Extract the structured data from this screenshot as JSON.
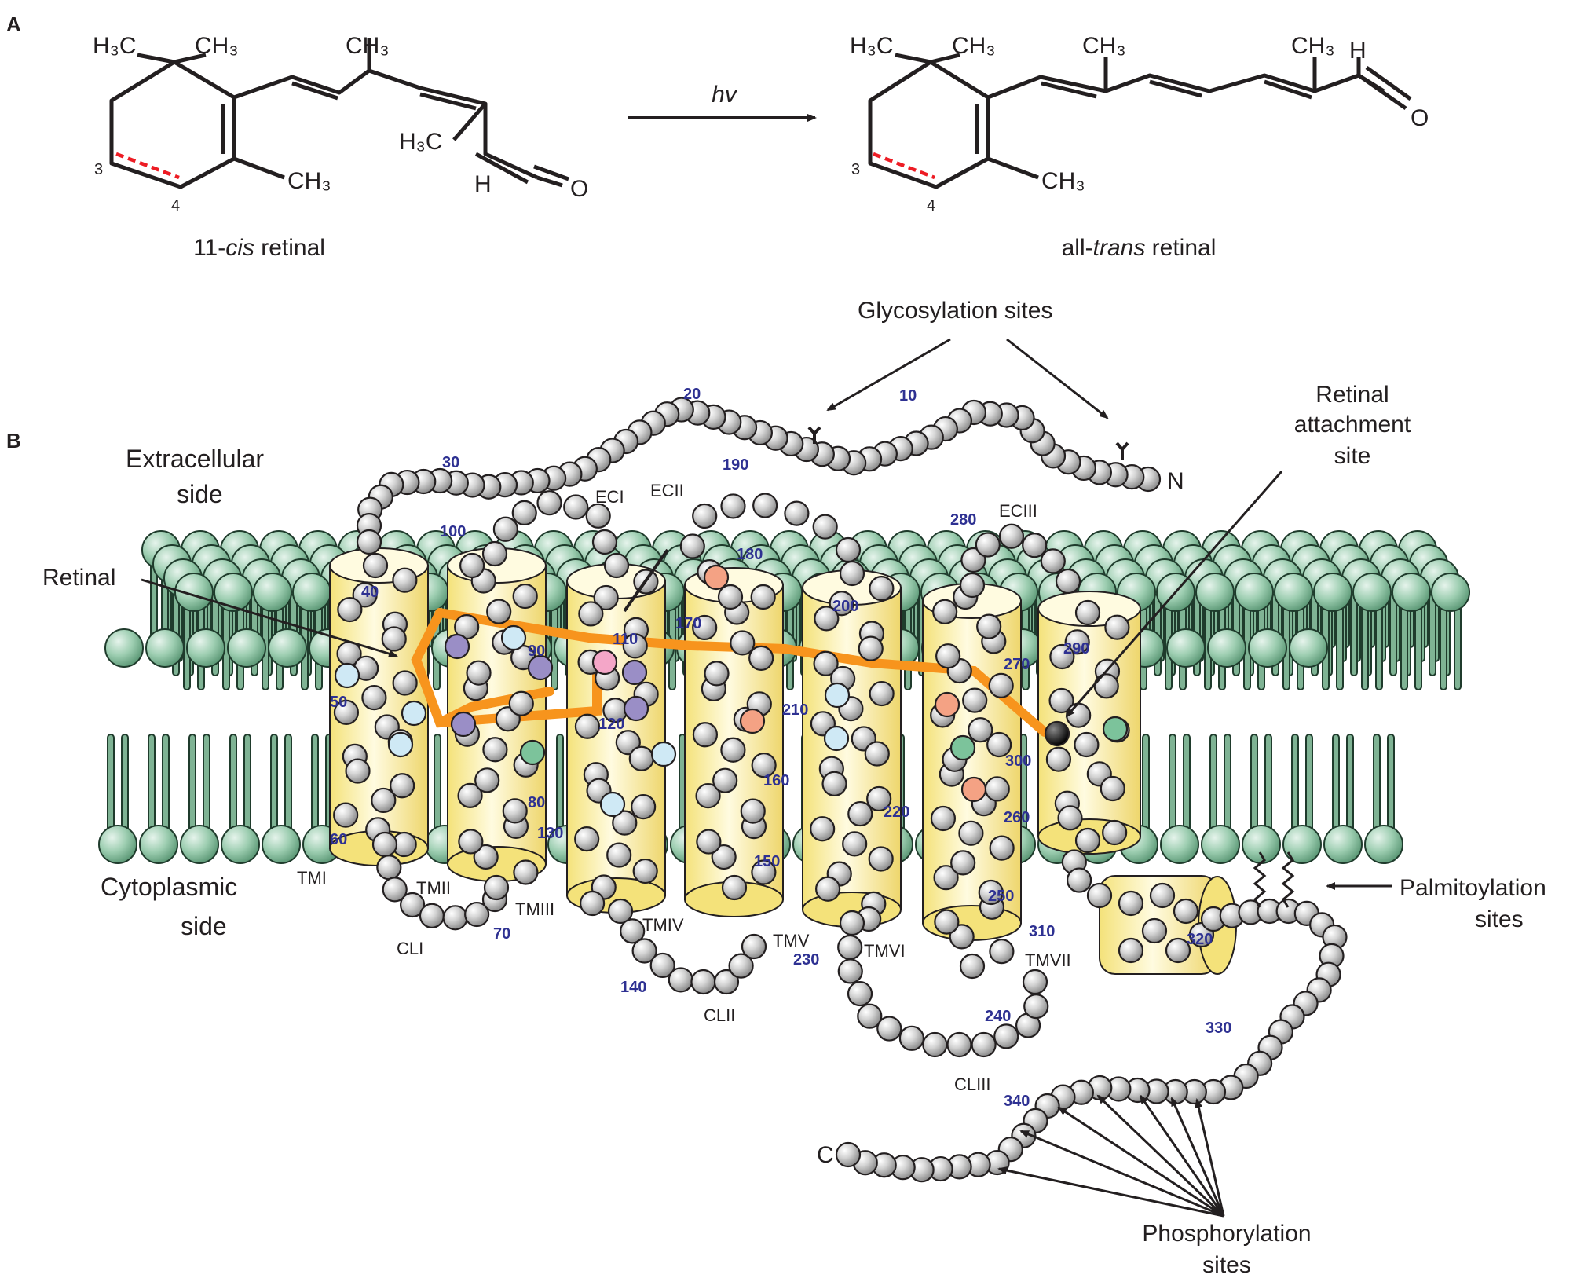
{
  "panel_a": {
    "label": "A",
    "left_molecule": {
      "name_prefix": "11-",
      "name_italic": "cis",
      "name_suffix": " retinal",
      "gem_left": "H₃C",
      "gem_right": "CH₃",
      "chain_methyl_1": "CH₃",
      "chain_methyl_2": "H₃C",
      "ring_methyl": "CH₃",
      "aldehyde_h": "H",
      "aldehyde_o": "O",
      "carbon_3": "3",
      "carbon_4": "4"
    },
    "arrow_label": "hv",
    "right_molecule": {
      "name_prefix": "all-",
      "name_italic": "trans",
      "name_suffix": " retinal",
      "gem_left": "H₃C",
      "gem_right": "CH₃",
      "chain_methyl_1": "CH₃",
      "chain_methyl_2": "CH₃",
      "ring_methyl": "CH₃",
      "aldehyde_h": "H",
      "aldehyde_o": "O",
      "carbon_3": "3",
      "carbon_4": "4"
    }
  },
  "panel_b": {
    "label": "B",
    "extracellular_line1": "Extracellular",
    "extracellular_line2": "side",
    "cytoplasmic_line1": "Cytoplasmic",
    "cytoplasmic_line2": "side",
    "retinal": "Retinal",
    "glycosylation": "Glycosylation sites",
    "retinal_attachment_line1": "Retinal",
    "retinal_attachment_line2": "attachment",
    "retinal_attachment_line3": "site",
    "palmitoylation_line1": "Palmitoylation",
    "palmitoylation_line2": "sites",
    "phosphorylation_line1": "Phosphorylation",
    "phosphorylation_line2": "sites",
    "n_terminus": "N",
    "c_terminus": "C",
    "helices": [
      "TMI",
      "TMII",
      "TMIII",
      "TMIV",
      "TMV",
      "TMVI",
      "TMVII"
    ],
    "loops": [
      "ECI",
      "ECII",
      "ECIII",
      "CLI",
      "CLII",
      "CLIII"
    ],
    "residue_numbers": [
      "10",
      "20",
      "30",
      "40",
      "50",
      "60",
      "70",
      "80",
      "90",
      "100",
      "110",
      "120",
      "130",
      "140",
      "150",
      "160",
      "170",
      "180",
      "190",
      "200",
      "210",
      "220",
      "230",
      "240",
      "250",
      "260",
      "270",
      "280",
      "290",
      "300",
      "310",
      "320",
      "330",
      "340"
    ]
  },
  "colors": {
    "lipid_head": "#8fc3a5",
    "lipid_tail": "#5e9a78",
    "helix_fill": "#fbf3a6",
    "residue": "#c9c9c9",
    "retinal_orange": "#f7941d",
    "number_blue": "#2e3192",
    "bond_red": "#ed1c24"
  }
}
